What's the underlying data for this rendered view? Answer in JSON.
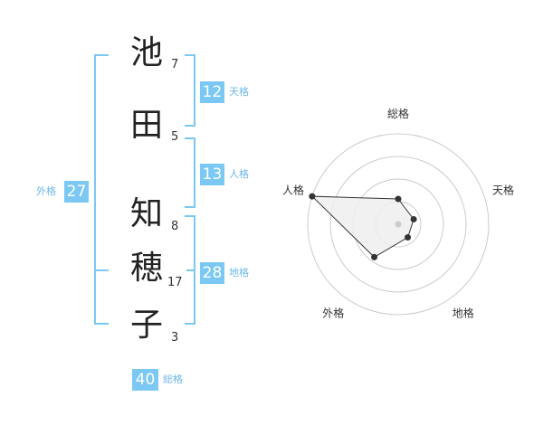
{
  "name": {
    "characters": [
      {
        "char": "池",
        "strokes": "7"
      },
      {
        "char": "田",
        "strokes": "5"
      },
      {
        "char": "知",
        "strokes": "8"
      },
      {
        "char": "穂",
        "strokes": "17"
      },
      {
        "char": "子",
        "strokes": "3"
      }
    ]
  },
  "kakusu": {
    "tenkaku": {
      "label": "天格",
      "value": "12"
    },
    "jinkaku": {
      "label": "人格",
      "value": "13"
    },
    "chikaku": {
      "label": "地格",
      "value": "28"
    },
    "gaikaku": {
      "label": "外格",
      "value": "27"
    },
    "soukaku": {
      "label": "総格",
      "value": "40"
    }
  },
  "chart_data": {
    "type": "radar",
    "axes": [
      "総格",
      "天格",
      "地格",
      "外格",
      "人格"
    ],
    "values": [
      0.28,
      0.18,
      0.18,
      0.45,
      1.0
    ],
    "range": [
      0,
      1
    ],
    "rings": 4,
    "colors": {
      "fill": "#eeeeee",
      "stroke": "#333333",
      "ring": "#cccccc",
      "center": "#cccccc"
    }
  }
}
